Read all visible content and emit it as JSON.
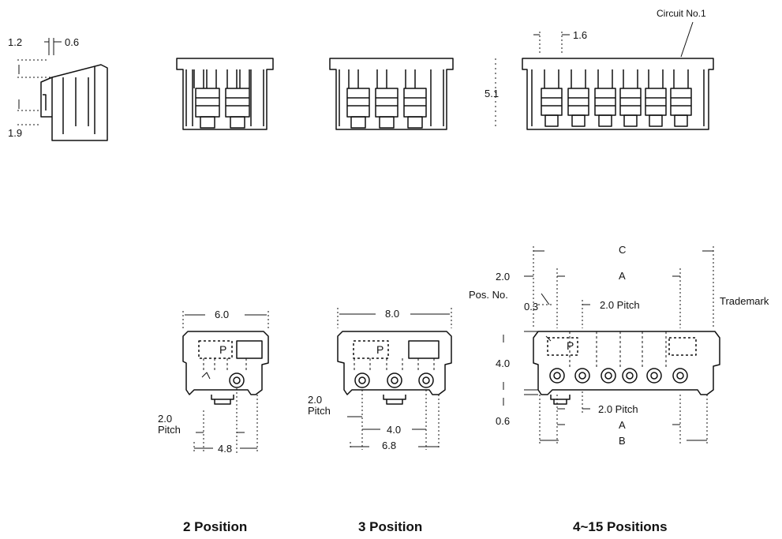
{
  "labels": {
    "circuit_no1": "Circuit No.1",
    "side_12": "1.2",
    "side_06": "0.6",
    "side_19": "1.9",
    "top_16": "1.6",
    "height_51": "5.1",
    "p2_width": "6.0",
    "p2_pitch": "2.0\nPitch",
    "p2_48": "4.8",
    "p3_width": "8.0",
    "p3_pitch": "2.0\nPitch",
    "p3_40": "4.0",
    "p3_68": "6.8",
    "p4_C": "C",
    "p4_20": "2.0",
    "p4_A_top": "A",
    "p4_posno": "Pos. No.",
    "p4_03": "0.3",
    "p4_pitch_top": "2.0 Pitch",
    "p4_trademark": "Trademark",
    "p4_40": "4.0",
    "p4_06": "0.6",
    "p4_pitch_bot": "2.0 Pitch",
    "p4_A_bot": "A",
    "p4_B": "B",
    "p_mark": "P"
  },
  "captions": {
    "pos2": "2 Position",
    "pos3": "3 Position",
    "pos4": "4~15 Positions"
  }
}
